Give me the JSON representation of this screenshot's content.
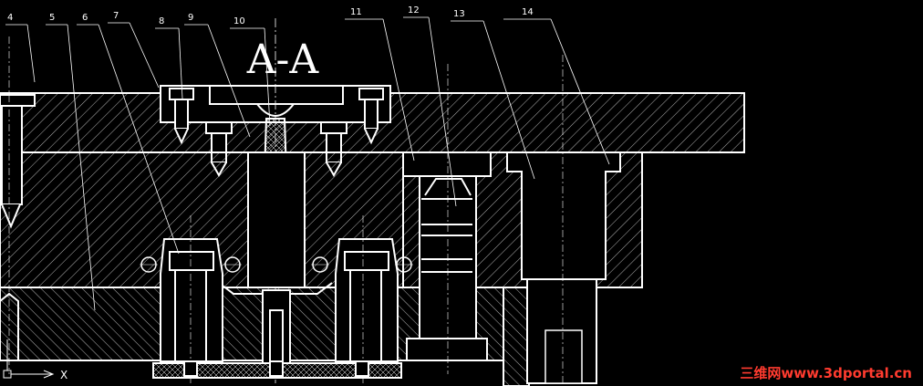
{
  "drawing": {
    "section_title": "A-A",
    "part_labels": [
      "4",
      "5",
      "6",
      "7",
      "8",
      "9",
      "10",
      "11",
      "12",
      "13",
      "14"
    ],
    "axis_label": "X",
    "watermark": "三维网www.3dportal.cn"
  },
  "colors": {
    "background": "#000000",
    "line": "#ffffff",
    "watermark": "#ff3b2f"
  }
}
